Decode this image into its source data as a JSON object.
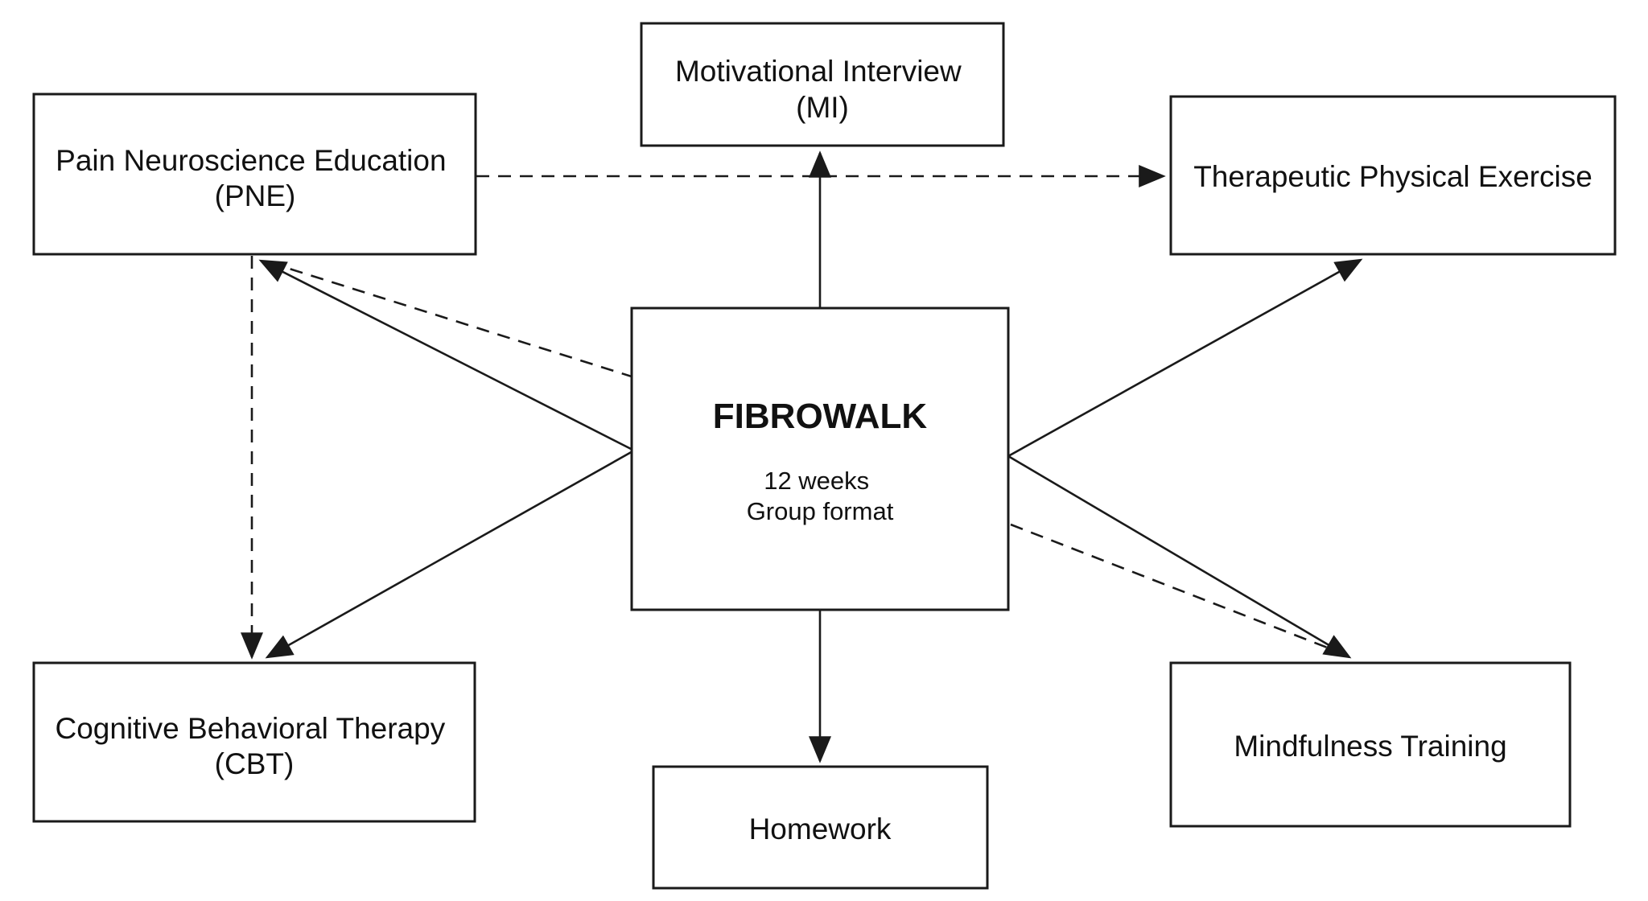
{
  "diagram": {
    "nodes": {
      "pne": {
        "line1": "Pain Neuroscience Education",
        "line2": "(PNE)"
      },
      "mi": {
        "line1": "Motivational Interview",
        "line2": "(MI)"
      },
      "tpe": {
        "label": "Therapeutic Physical Exercise"
      },
      "fibrowalk": {
        "title": "FIBROWALK",
        "detail1": "12 weeks",
        "detail2": "Group format"
      },
      "cbt": {
        "line1": "Cognitive Behavioral Therapy",
        "line2": "(CBT)"
      },
      "homework": {
        "label": "Homework"
      },
      "mindfulness": {
        "label": "Mindfulness Training"
      }
    },
    "edges": [
      {
        "from": "FIBROWALK",
        "to": "Motivational Interview (MI)",
        "style": "solid"
      },
      {
        "from": "Pain Neuroscience Education (PNE)",
        "to": "Therapeutic Physical Exercise",
        "style": "dashed"
      },
      {
        "from": "FIBROWALK",
        "to": "Pain Neuroscience Education (PNE)",
        "style": "solid"
      },
      {
        "from": "FIBROWALK",
        "to": "Pain Neuroscience Education (PNE)",
        "style": "dashed"
      },
      {
        "from": "Pain Neuroscience Education (PNE)",
        "to": "Cognitive Behavioral Therapy (CBT)",
        "style": "dashed"
      },
      {
        "from": "FIBROWALK",
        "to": "Cognitive Behavioral Therapy (CBT)",
        "style": "solid"
      },
      {
        "from": "FIBROWALK",
        "to": "Therapeutic Physical Exercise",
        "style": "solid"
      },
      {
        "from": "FIBROWALK",
        "to": "Mindfulness Training",
        "style": "solid"
      },
      {
        "from": "FIBROWALK",
        "to": "Mindfulness Training",
        "style": "dashed"
      },
      {
        "from": "FIBROWALK",
        "to": "Homework",
        "style": "solid"
      }
    ],
    "colors": {
      "background": "#ffffff",
      "stroke": "#1a1a1a",
      "text": "#111111"
    }
  }
}
